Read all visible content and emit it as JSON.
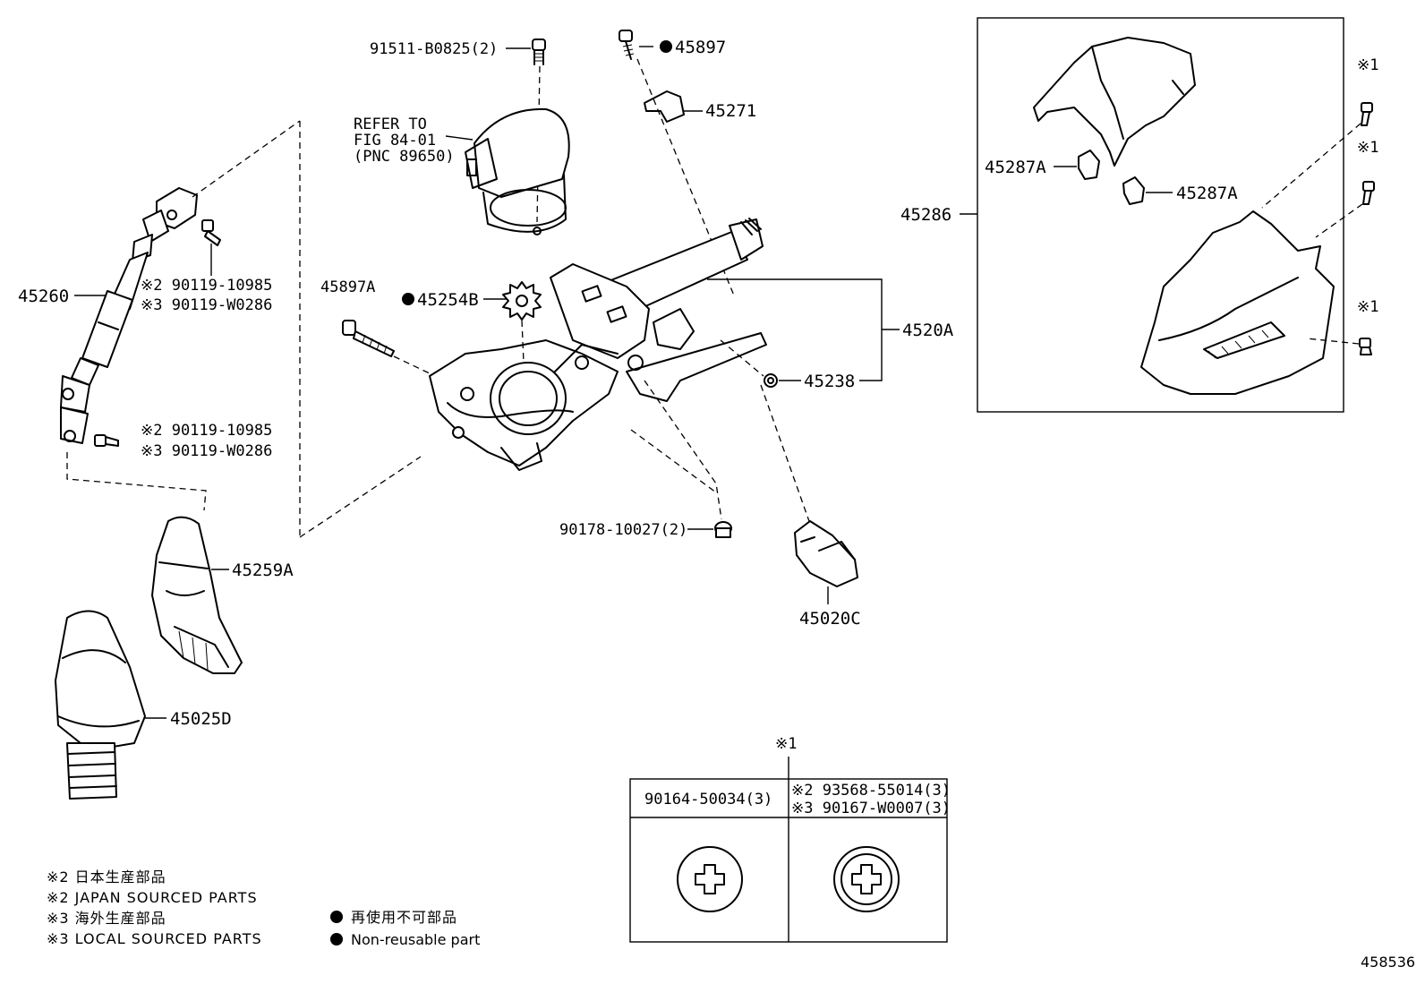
{
  "labels": {
    "p91511": "91511-B0825(2)",
    "p45897": "45897",
    "p45271": "45271",
    "refer1": "REFER TO",
    "refer2": "FIG 84-01",
    "refer3": "(PNC 89650)",
    "p45897A": "45897A",
    "p45254B": "45254B",
    "p45260": "45260",
    "bolt_upper_2": "※2 90119-10985",
    "bolt_upper_3": "※3 90119-W0286",
    "bolt_lower_2": "※2 90119-10985",
    "bolt_lower_3": "※3 90119-W0286",
    "p4520A": "4520A",
    "p45238": "45238",
    "p90178": "90178-10027(2)",
    "p45020C": "45020C",
    "p45259A": "45259A",
    "p45025D": "45025D",
    "p45286": "45286",
    "p45287A_left": "45287A",
    "p45287A_right": "45287A",
    "mark1_a": "※1",
    "mark1_b": "※1",
    "mark1_c": "※1",
    "mark1_table": "※1"
  },
  "table": {
    "col1_header": "90164-50034(3)",
    "col2_header_line1": "※2 93568-55014(3)",
    "col2_header_line2": "※3 90167-W0007(3)"
  },
  "legend": {
    "line1": "※2 日本生産部品",
    "line2": "※2 JAPAN SOURCED PARTS",
    "line3": "※3 海外生産部品",
    "line4": "※3 LOCAL SOURCED PARTS",
    "nonreuse_jp": "再使用不可部品",
    "nonreuse_en": "Non-reusable part"
  },
  "figure_number": "458536"
}
